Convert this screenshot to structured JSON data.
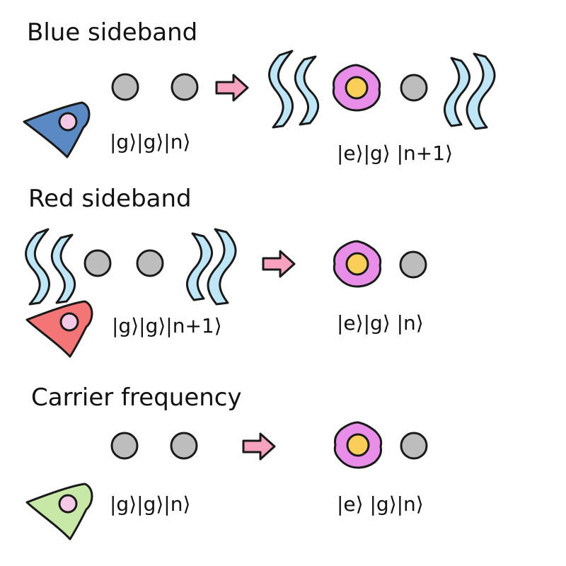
{
  "colors": {
    "ground_atom": "#bdbdbd",
    "excited_petals": "#e88ee8",
    "excited_core": "#f9cf5a",
    "arrow": "#f7a3bf",
    "phonon_wave": "#bfe6f6",
    "laser_blue": "#5b89c3",
    "laser_red": "#f47575",
    "laser_green": "#c7e8a6",
    "laser_lens": "#f3c9e6"
  },
  "icons": {
    "ground_atom": "circle",
    "excited_atom": "flower-blob",
    "arrow": "right-arrow",
    "phonon": "wavy-lines",
    "laser": "cone-emitter"
  },
  "rows": [
    {
      "title": "Blue sideband",
      "laser_color": "blue",
      "initial": {
        "ket": "|g⟩|g⟩|n⟩",
        "phonon": false
      },
      "final": {
        "ket": "|e⟩|g⟩ |n+1⟩",
        "phonon": true
      }
    },
    {
      "title": "Red sideband",
      "laser_color": "red",
      "initial": {
        "ket": "|g⟩|g⟩|n+1⟩",
        "phonon": true
      },
      "final": {
        "ket": "|e⟩|g⟩ |n⟩",
        "phonon": false
      }
    },
    {
      "title": "Carrier frequency",
      "laser_color": "green",
      "initial": {
        "ket": "|g⟩|g⟩|n⟩",
        "phonon": false
      },
      "final": {
        "ket": "|e⟩ |g⟩|n⟩",
        "phonon": false
      }
    }
  ]
}
